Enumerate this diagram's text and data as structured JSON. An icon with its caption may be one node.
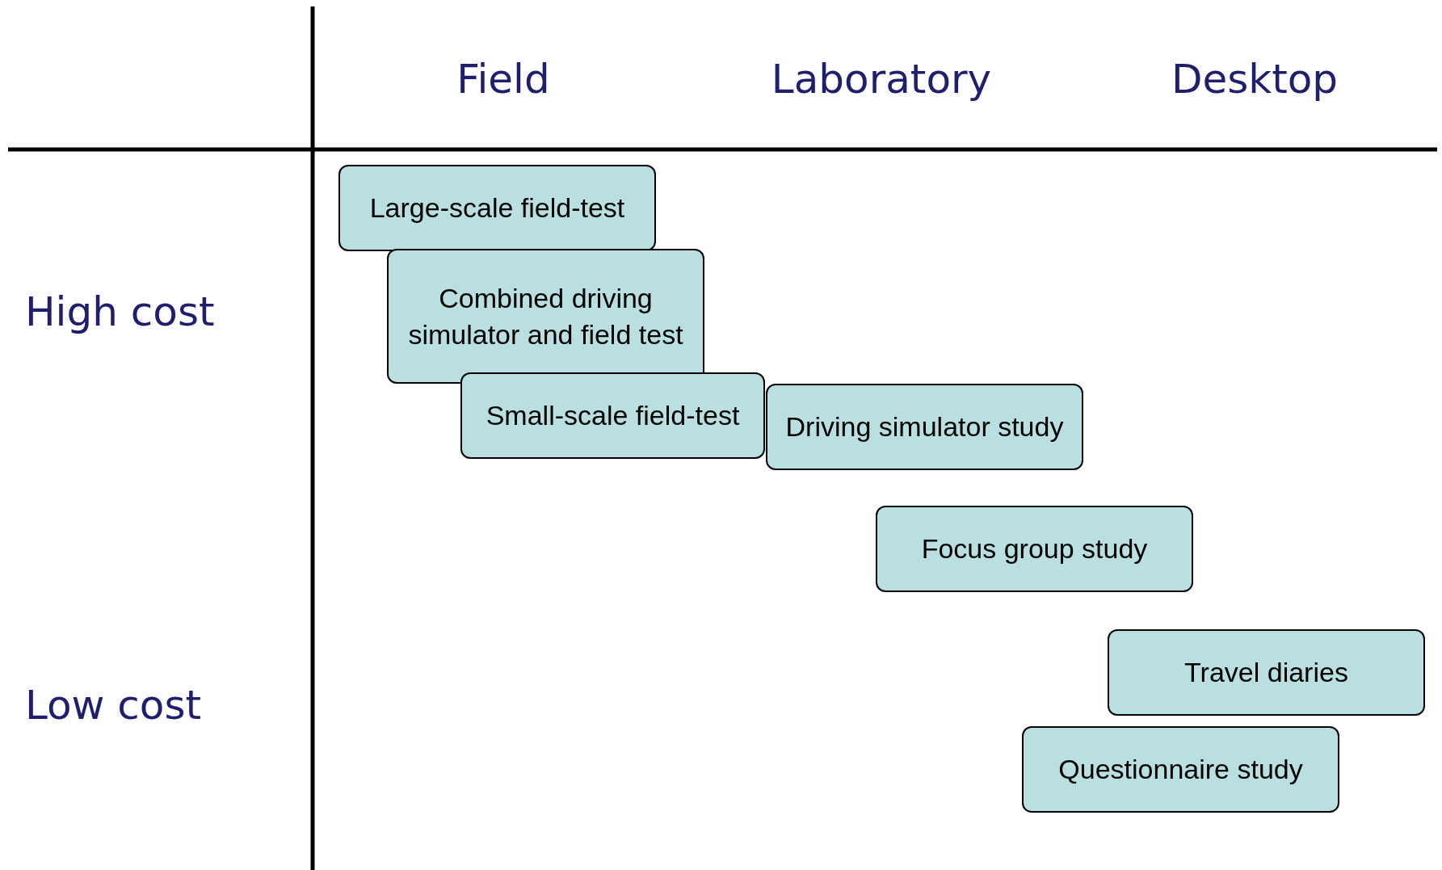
{
  "diagram": {
    "nodes": [
      {
        "text": [
          "Large-scale field-test"
        ]
      },
      {
        "text": [
          "Combined driving simulator and field test"
        ]
      },
      {
        "text": [
          "Small-scale field-test"
        ]
      },
      {
        "text": [
          "Driving simulator study"
        ]
      },
      {
        "text": [
          "Focus group study"
        ]
      },
      {
        "text": [
          "Travel diaries"
        ]
      },
      {
        "text": [
          "Questionnaire study"
        ]
      }
    ],
    "labels": [
      "Field",
      "Laboratory",
      "Desktop",
      "High cost",
      "Low cost"
    ]
  }
}
